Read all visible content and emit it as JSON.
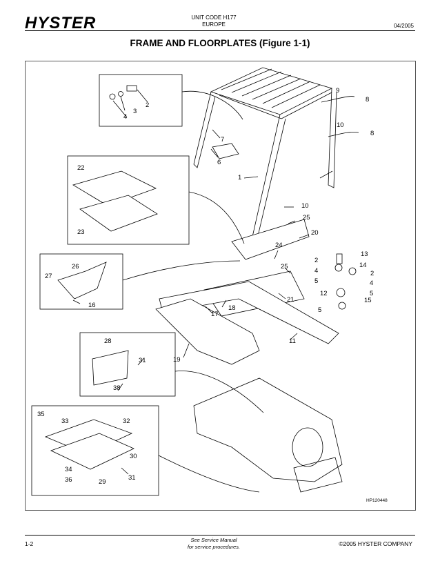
{
  "header": {
    "logo": "HYSTER",
    "unit_code": "UNIT CODE H177",
    "region": "EUROPE",
    "date": "04/2005"
  },
  "title": "FRAME AND FLOORPLATES (Figure 1-1)",
  "figure_id": "HP120448",
  "callouts": {
    "c2a": "2",
    "c3": "3",
    "c4a": "4",
    "c7": "7",
    "c6": "6",
    "c9": "9",
    "c8a": "8",
    "c10a": "10",
    "c8b": "8",
    "c1": "1",
    "c22": "22",
    "c23": "23",
    "c10b": "10",
    "c25a": "25",
    "c20": "20",
    "c24": "24",
    "c26": "26",
    "c27": "27",
    "c16": "16",
    "c13": "13",
    "c2b": "2",
    "c14": "14",
    "c25b": "25",
    "c4b": "4",
    "c2c": "2",
    "c5a": "5",
    "c4c": "4",
    "c12": "12",
    "c5b": "5",
    "c15": "15",
    "c5c": "5",
    "c21": "21",
    "c18": "18",
    "c17": "17",
    "c11": "11",
    "c28": "28",
    "c31a": "31",
    "c38": "38",
    "c19": "19",
    "c35": "35",
    "c33": "33",
    "c32": "32",
    "c30": "30",
    "c34": "34",
    "c36": "36",
    "c29": "29",
    "c31b": "31"
  },
  "footer": {
    "page": "1-2",
    "note_line1": "See Service Manual",
    "note_line2": "for service procedures.",
    "copyright": "©2005 HYSTER COMPANY"
  }
}
